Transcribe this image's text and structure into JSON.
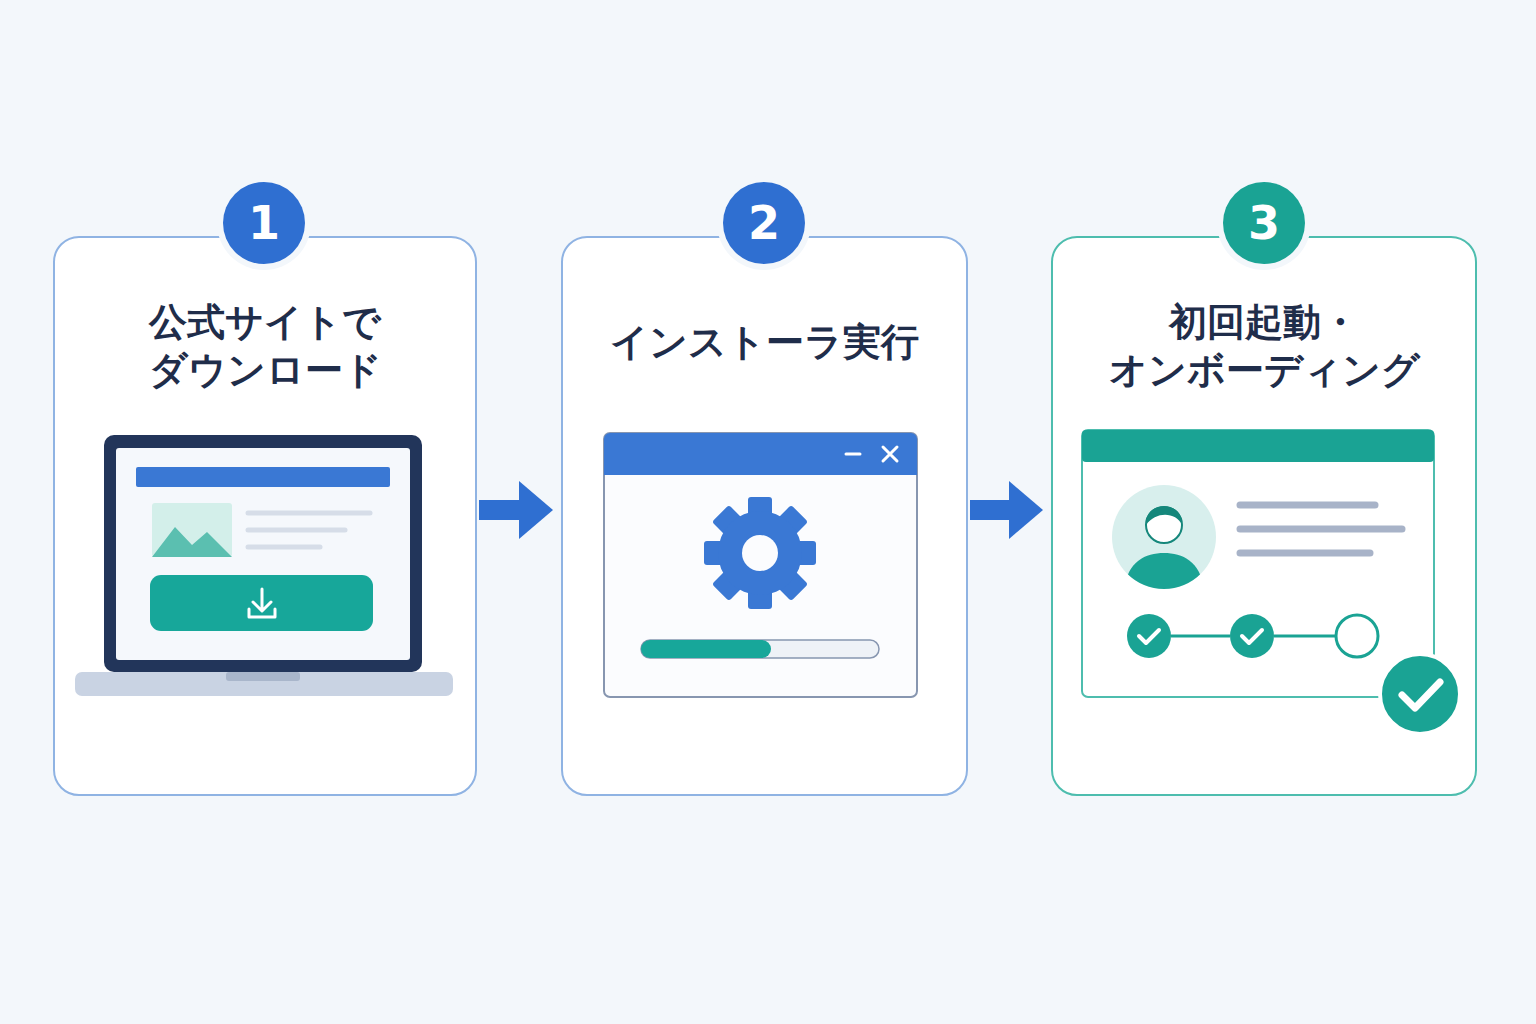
{
  "diagram": {
    "nodes": [
      {
        "text": [
          "1"
        ]
      },
      {
        "text": [
          "公式サイトで ダウンロード"
        ]
      },
      {
        "text": [
          "2"
        ]
      },
      {
        "text": [
          "インストーラ実行"
        ]
      },
      {
        "text": [
          "3"
        ]
      },
      {
        "text": [
          "初回起動・ オンボーディング"
        ]
      }
    ],
    "edges": [
      {
        "from": 1,
        "to": 3,
        "arrow": "to"
      },
      {
        "from": 3,
        "to": 5,
        "arrow": "to"
      }
    ]
  }
}
